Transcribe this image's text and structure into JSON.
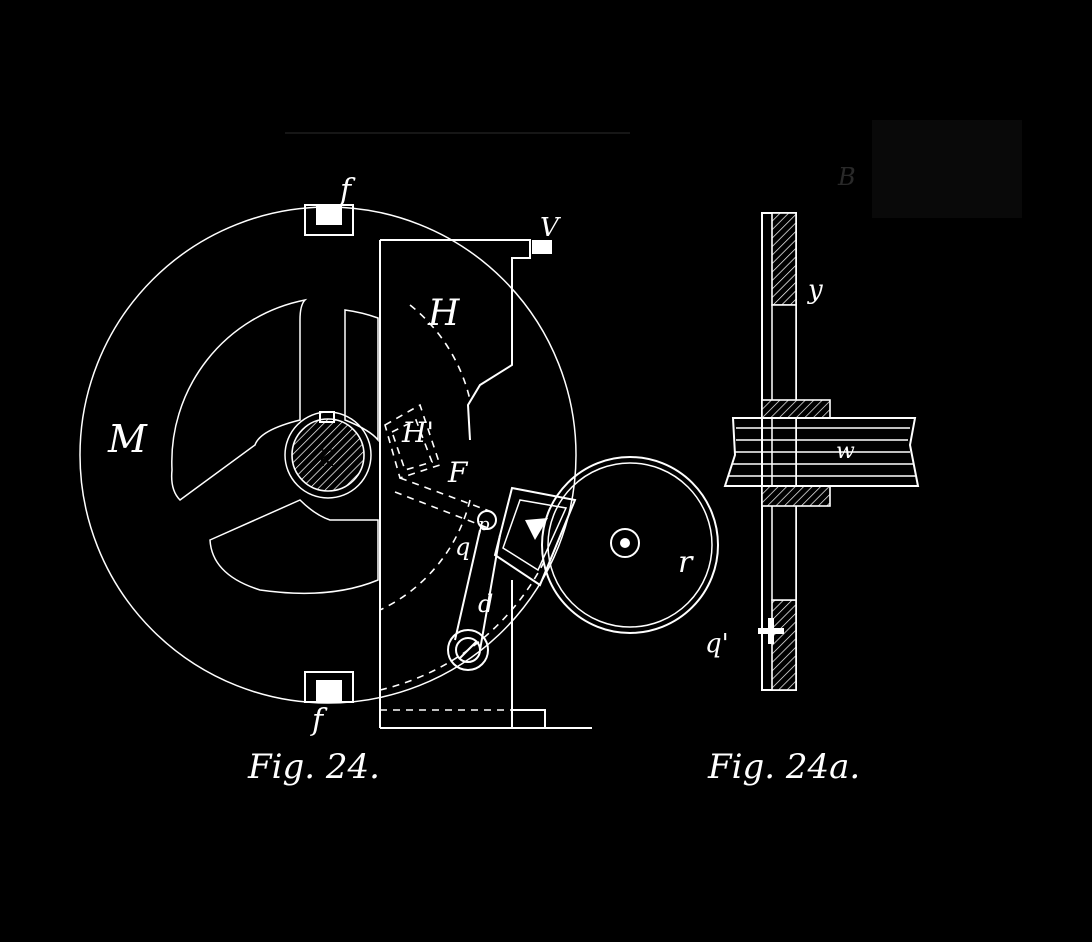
{
  "figures": [
    {
      "caption": "Fig. 24.",
      "labels": {
        "M": "M",
        "H": "H",
        "H_prime": "H'",
        "F": "F",
        "K": "K",
        "f_top": "f",
        "f_bottom": "f",
        "V": "V",
        "q": "q",
        "d": "d",
        "p": "p",
        "r": "r"
      }
    },
    {
      "caption": "Fig. 24a.",
      "labels": {
        "y": "y",
        "w": "w",
        "q_prime": "q'"
      }
    }
  ],
  "background_label": "B",
  "colors": {
    "background": "#000000",
    "ink": "#ffffff"
  }
}
